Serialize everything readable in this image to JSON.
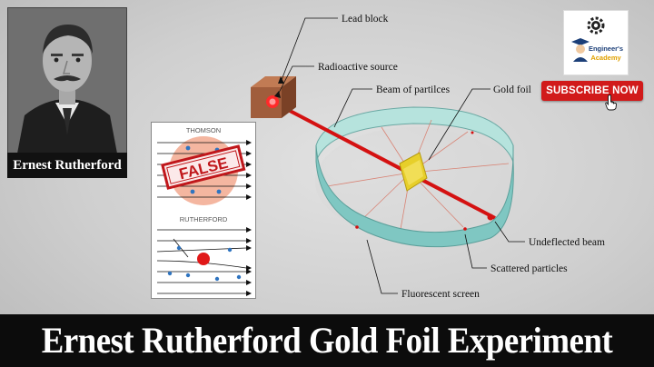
{
  "portrait": {
    "caption": "Ernest Rutherford"
  },
  "models": {
    "thomson_label": "THOMSON",
    "false_stamp": "FALSE",
    "rutherford_label": "RUTHERFORD"
  },
  "apparatus_labels": {
    "lead_block": "Lead block",
    "radioactive_source": "Radioactive source",
    "beam": "Beam of partilces",
    "gold_foil": "Gold foil",
    "undeflected_beam": "Undeflected beam",
    "scattered_particles": "Scattered particles",
    "fluorescent_screen": "Fluorescent screen"
  },
  "logo": {
    "line1": "Engineer's",
    "line2": "Academy"
  },
  "subscribe": {
    "label": "SUBSCRIBE NOW"
  },
  "title": "Ernest Rutherford Gold Foil Experiment",
  "colors": {
    "beam": "#d41111",
    "ring_inner": "#7fc7c2",
    "ring_outer": "#b6e3dd",
    "lead_block": "#a05d3c",
    "gold_foil": "#e7cf2a",
    "subscribe": "#d11a1a",
    "title_bar": "#0c0c0c"
  }
}
